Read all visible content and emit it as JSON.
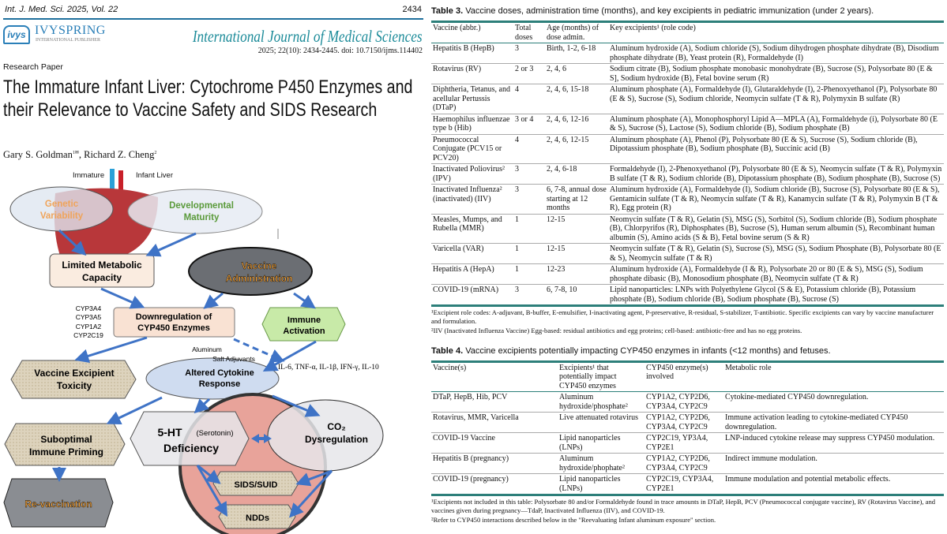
{
  "header": {
    "journal": "Int. J. Med. Sci. 2025, Vol. 22",
    "page": "2434",
    "publisher_logo": "IVYSPRING",
    "publisher_sub": "INTERNATIONAL PUBLISHER",
    "logo_mark": "ivys",
    "journal_title": "International Journal of Medical Sciences",
    "citation": "2025; 22(10): 2434-2445. doi: 10.7150/ijms.114402"
  },
  "article": {
    "type": "Research Paper",
    "title": "The Immature Infant Liver:  Cytochrome P450 Enzymes and their Relevance to Vaccine Safety and SIDS Research",
    "author1": "Gary S. Goldman",
    "author1_sup": "1✉",
    "author_sep": ", Richard Z. Cheng",
    "author2_sup": "2"
  },
  "diagram": {
    "immature": "Immature",
    "infant_liver": "Infant Liver",
    "genetic_1": "Genetic",
    "genetic_2": "Variability",
    "dev_1": "Developmental",
    "dev_2": "Maturity",
    "limited_1": "Limited Metabolic",
    "limited_2": "Capacity",
    "vaccine_1": "Vaccine",
    "vaccine_2": "Administration",
    "cyp": [
      "CYP3A4",
      "CYP3A5",
      "CYP1A2",
      "CYP2C19"
    ],
    "down_1": "Downregulation of",
    "down_2": "CYP450 Enzymes",
    "immune_1": "Immune",
    "immune_2": "Activation",
    "alum_1": "Aluminum",
    "alum_2": "Salt Adjuvants",
    "cytokines": "IL-6, TNF-α, IL-1β, IFN-γ, IL-10",
    "altered_1": "Altered Cytokine",
    "altered_2": "Response",
    "toxicity_1": "Vaccine Excipient",
    "toxicity_2": "Toxicity",
    "subopt_1": "Suboptimal",
    "subopt_2": "Immune Priming",
    "ht_1": "5-HT",
    "ht_paren": "(Serotonin)",
    "ht_2": "Deficiency",
    "co2_1": "CO₂",
    "co2_2": "Dysregulation",
    "sids": "SIDS/SUID",
    "ndds": "NDDs",
    "revacc": "Re-vaccination"
  },
  "table3": {
    "title_bold": "Table 3.",
    "title": " Vaccine doses, administration time (months), and key excipients in pediatric immunization (under 2 years).",
    "headers": [
      "Vaccine (abbr.)",
      "Total doses",
      "Age (months) of dose admin.",
      "Key excipients¹ (role code)"
    ],
    "rows": [
      [
        "Hepatitis B (HepB)",
        "3",
        "Birth, 1-2, 6-18",
        "Aluminum hydroxide (A), Sodium chloride (S), Sodium dihydrogen phosphate dihydrate (B), Disodium phosphate dihydrate (B), Yeast protein (R), Formaldehyde (I)"
      ],
      [
        "Rotavirus (RV)",
        "2 or 3",
        "2, 4, 6",
        "Sodium citrate (B), Sodium phosphate monobasic monohydrate (B), Sucrose (S), Polysorbate 80 (E & S], Sodium hydroxide (B), Fetal bovine serum (R)"
      ],
      [
        "Diphtheria, Tetanus, and acellular Pertussis (DTaP)",
        "4",
        "2, 4, 6, 15-18",
        "Aluminum phosphate (A), Formaldehyde (I), Glutaraldehyde (I), 2-Phenoxyethanol (P), Polysorbate 80 (E & S), Sucrose (S), Sodium chloride, Neomycin sulfate (T & R), Polymyxin B sulfate (R)"
      ],
      [
        "Haemophilus influenzae type b (Hib)",
        "3 or 4",
        "2, 4, 6, 12-16",
        "Aluminum phosphate (A), Monophosphoryl Lipid A—MPLA (A), Formaldehyde (i), Polysorbate 80 (E & S), Sucrose (S), Lactose (S), Sodium chloride (B), Sodium phosphate (B)"
      ],
      [
        "Pneumococcal Conjugate (PCV15 or PCV20)",
        "4",
        "2, 4, 6, 12-15",
        "Aluminum phosphate (A), Phenol (P), Polysorbate 80 (E & S), Sucrose (S), Sodium chloride (B), Dipotassium phosphate (B), Sodium phosphate (B), Succinic acid (B)"
      ],
      [
        "Inactivated Poliovirus² (IPV)",
        "3",
        "2, 4, 6-18",
        "Formaldehyde (I), 2-Phenoxyethanol (P), Polysorbate 80 (E & S), Neomycin sulfate (T & R), Polymyxin B sulfate (T & R), Sodium chloride (B), Dipotassium phosphate (B), Sodium phosphate (B), Sucrose (S)"
      ],
      [
        "Inactivated Influenza² (inactivated) (IIV)",
        "3",
        "6, 7-8, annual dose starting at 12 months",
        "Aluminum hydroxide (A), Formaldehyde (I), Sodium chloride (B), Sucrose (S), Polysorbate 80 (E & S), Gentamicin sulfate (T & R), Neomycin sulfate (T & R), Kanamycin sulfate (T & R), Polymyxin B (T & R), Egg protein (R)"
      ],
      [
        "Measles, Mumps, and Rubella (MMR)",
        "1",
        "12-15",
        "Neomycin sulfate (T & R), Gelatin (S), MSG (S), Sorbitol (S), Sodium chloride (B), Sodium phosphate (B), Chlorpyrifos (R), Diphosphates (B), Sucrose (S), Human serum albumin (S), Recombinant human albumin (S), Amino acids (S & B), Fetal bovine serum (S & R)"
      ],
      [
        "Varicella (VAR)",
        "1",
        "12-15",
        "Neomycin sulfate (T & R), Gelatin (S), Sucrose (S), MSG (S), Sodium Phosphate (B), Polysorbate 80 (E & S), Neomycin sulfate (T & R)"
      ],
      [
        "Hepatitis A (HepA)",
        "1",
        "12-23",
        "Aluminum hydroxide (A), Formaldehyde (I & R), Polysorbate 20 or 80 (E & S), MSG (S), Sodium phosphate dibasic (B), Monosodium phosphate (B), Neomycin sulfate (T & R)"
      ],
      [
        "COVID-19 (mRNA)",
        "3",
        "6, 7-8, 10",
        "Lipid nanoparticles: LNPs with Polyethylene Glycol (S & E), Potassium chloride (B), Potassium phosphate (B), Sodium chloride (B), Sodium phosphate (B), Sucrose (S)"
      ]
    ],
    "foot1": "¹Excipient role codes: A-adjuvant, B-buffer, E-emulsifier, I-inactivating agent, P-preservative, R-residual, S-stabilizer, T-antibiotic. Specific excipients can vary by vaccine manufacturer and formulation.",
    "foot2": "²IIV (Inactivated Influenza Vaccine) Egg-based: residual antibiotics and egg proteins; cell-based: antibiotic-free and has no egg proteins."
  },
  "table4": {
    "title_bold": "Table 4.",
    "title": " Vaccine excipients potentially impacting CYP450 enzymes in infants (<12 months) and fetuses.",
    "headers": [
      "Vaccine(s)",
      "Excipients¹ that potentially impact CYP450 enzymes",
      "CYP450 enzyme(s) involved",
      "Metabolic role"
    ],
    "rows": [
      [
        "DTaP, HepB, Hib, PCV",
        "Aluminum hydroxide/phosphate²",
        "CYP1A2, CYP2D6, CYP3A4, CYP2C9",
        "Cytokine-mediated CYP450 downregulation."
      ],
      [
        "Rotavirus, MMR, Varicella",
        "Live attenuated rotavirus",
        "CYP1A2, CYP2D6, CYP3A4, CYP2C9",
        "Immune activation leading to cytokine-mediated CYP450 downregulation."
      ],
      [
        "COVID-19 Vaccine",
        "Lipid nanoparticles (LNPs)",
        "CYP2C19, YP3A4, CYP2E1",
        "LNP-induced cytokine release may suppress CYP450 modulation."
      ],
      [
        "Hepatitis B (pregnancy)",
        "Aluminum hydroxide/phophate²",
        "CYP1A2, CYP2D6, CYP3A4, CYP2C9",
        "Indirect immune modulation."
      ],
      [
        "COVID-19 (pregnancy)",
        "Lipid nanoparticles (LNPs)",
        "CYP2C19, CYP3A4, CYP2E1",
        "Immune modulation and potential metabolic effects."
      ]
    ],
    "foot1": "¹Excipients not included in this table: Polysorbate 80 and/or Formaldehyde found in trace amounts in DTaP, HepB, PCV (Pneumococcal conjugate vaccine), RV (Rotavirus Vaccine), and vaccines given during pregnancy—TdaP, Inactivated Influenza (IIV), and COVID-19.",
    "foot2": "²Refer to CYP450 interactions described below in the \"Reevaluating Infant aluminum exposure\" section."
  }
}
